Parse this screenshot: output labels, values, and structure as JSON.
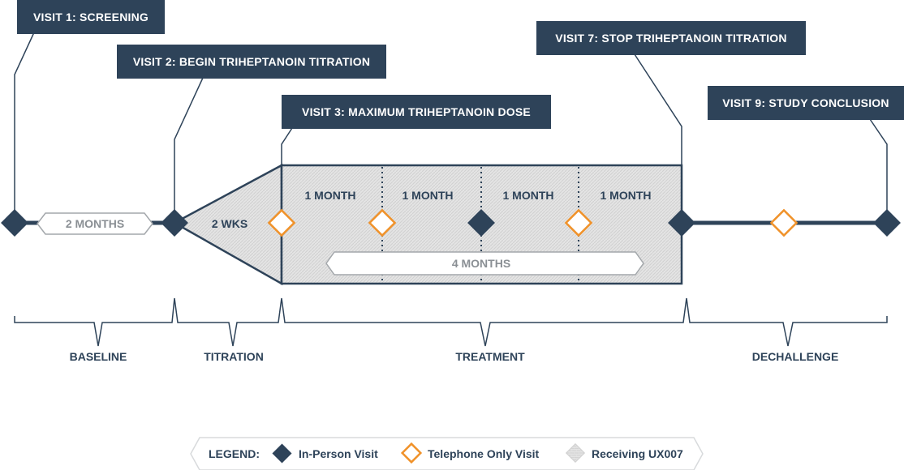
{
  "visits": {
    "v1": "VISIT 1: SCREENING",
    "v2": "VISIT 2: BEGIN TRIHEPTANOIN TITRATION",
    "v3": "VISIT 3: MAXIMUM TRIHEPTANOIN DOSE",
    "v7": "VISIT 7: STOP TRIHEPTANOIN TITRATION",
    "v9": "VISIT 9: STUDY CONCLUSION"
  },
  "durations": {
    "baseline": "2 MONTHS",
    "titration": "2 WKS",
    "month1": "1 MONTH",
    "month2": "1 MONTH",
    "month3": "1 MONTH",
    "month4": "1 MONTH",
    "treatment": "4 MONTHS"
  },
  "phases": {
    "baseline": "BASELINE",
    "titration": "TITRATION",
    "treatment": "TREATMENT",
    "dechallenge": "DECHALLENGE"
  },
  "legend": {
    "title": "LEGEND:",
    "in_person": "In-Person Visit",
    "telephone": "Telephone Only Visit",
    "receiving": "Receiving UX007"
  },
  "colors": {
    "navy": "#2e4359",
    "orange": "#f0922a",
    "gray_text": "#8a8f94",
    "fill": "#e6e6e6"
  }
}
